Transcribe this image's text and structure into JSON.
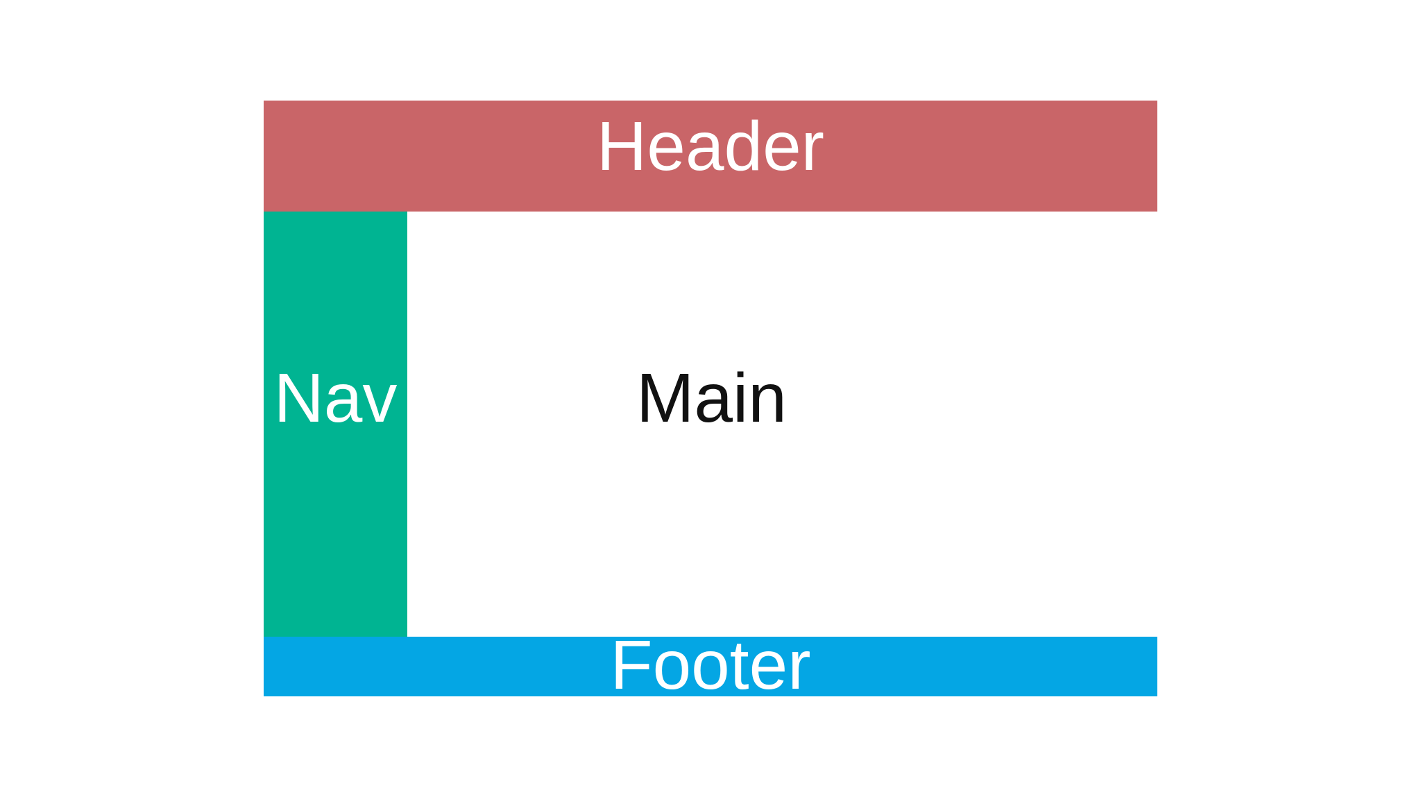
{
  "page": {
    "background_color": "#ffffff",
    "description": "Webpage layout diagram with header, nav, main and footer regions"
  },
  "layout": {
    "header": {
      "label": "Header",
      "color": "#c96568",
      "text_color": "#ffffff"
    },
    "nav": {
      "label": "Nav",
      "color": "#00b492",
      "text_color": "#ffffff"
    },
    "main": {
      "label": "Main",
      "color": "#ffffff",
      "text_color": "#111111"
    },
    "footer": {
      "label": "Footer",
      "color": "#04a6e4",
      "text_color": "#ffffff"
    }
  }
}
